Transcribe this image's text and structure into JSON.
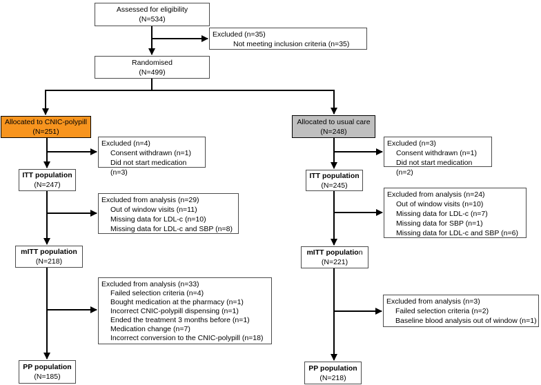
{
  "colors": {
    "polypill_fill": "#F7941E",
    "usual_care_fill": "#BFBFBF",
    "connector_line": "#000000"
  },
  "flow": {
    "assessed": {
      "lines": [
        "Assessed for eligibility",
        "(N=534)"
      ]
    },
    "excluded_eligibility": {
      "lines": [
        "Excluded (n=35)",
        "Not meeting inclusion criteria (n=35)"
      ]
    },
    "randomised": {
      "lines": [
        "Randomised",
        "(N=499)"
      ]
    },
    "allocated_polypill": {
      "lines": [
        "Allocated to CNIC-polypill",
        "(N=251)"
      ]
    },
    "excluded_allocation_polypill": {
      "lines": [
        "Excluded (n=4)",
        "Consent withdrawn (n=1)",
        "Did not start medication (n=3)"
      ]
    },
    "itt_polypill": {
      "title": "ITT population",
      "n": "(N=247)"
    },
    "excluded_itt_polypill": {
      "lines": [
        "Excluded from analysis (n=29)",
        "Out of window visits (n=11)",
        "Missing data for LDL-c (n=10)",
        "Missing data for LDL-c and SBP (n=8)"
      ]
    },
    "mitt_polypill": {
      "title": "mITT population",
      "n": "(N=218)"
    },
    "excluded_mitt_polypill": {
      "lines": [
        "Excluded from analysis (n=33)",
        "Failed selection criteria (n=4)",
        "Bought medication at the pharmacy (n=1)",
        "Incorrect CNIC-polypill dispensing (n=1)",
        "Ended the treatment 3 months before (n=1)",
        "Medication change (n=7)",
        "Incorrect conversion to the CNIC-polypill (n=18)"
      ]
    },
    "pp_polypill": {
      "title": "PP population",
      "n": "(N=185)"
    },
    "allocated_usual": {
      "lines": [
        "Allocated to usual care",
        "(N=248)"
      ]
    },
    "excluded_allocation_usual": {
      "lines": [
        "Excluded (n=3)",
        "Consent withdrawn (n=1)",
        "Did not start medication (n=2)"
      ]
    },
    "itt_usual": {
      "title": "ITT population",
      "n": "(N=245)"
    },
    "excluded_itt_usual": {
      "lines": [
        "Excluded from analysis (n=24)",
        "Out of window visits (n=10)",
        "Missing data for LDL-c (n=7)",
        "Missing data for SBP (n=1)",
        "Missing data for LDL-c and SBP (n=6)"
      ]
    },
    "mitt_usual": {
      "title": "mITT populatio",
      "title_tail": "n",
      "n": "(N=221)"
    },
    "excluded_mitt_usual": {
      "lines": [
        "Excluded from analysis (n=3)",
        "Failed selection criteria (n=2)",
        "Baseline blood analysis out of window (n=1)"
      ]
    },
    "pp_usual": {
      "title": "PP population",
      "n": "(N=218)"
    }
  }
}
